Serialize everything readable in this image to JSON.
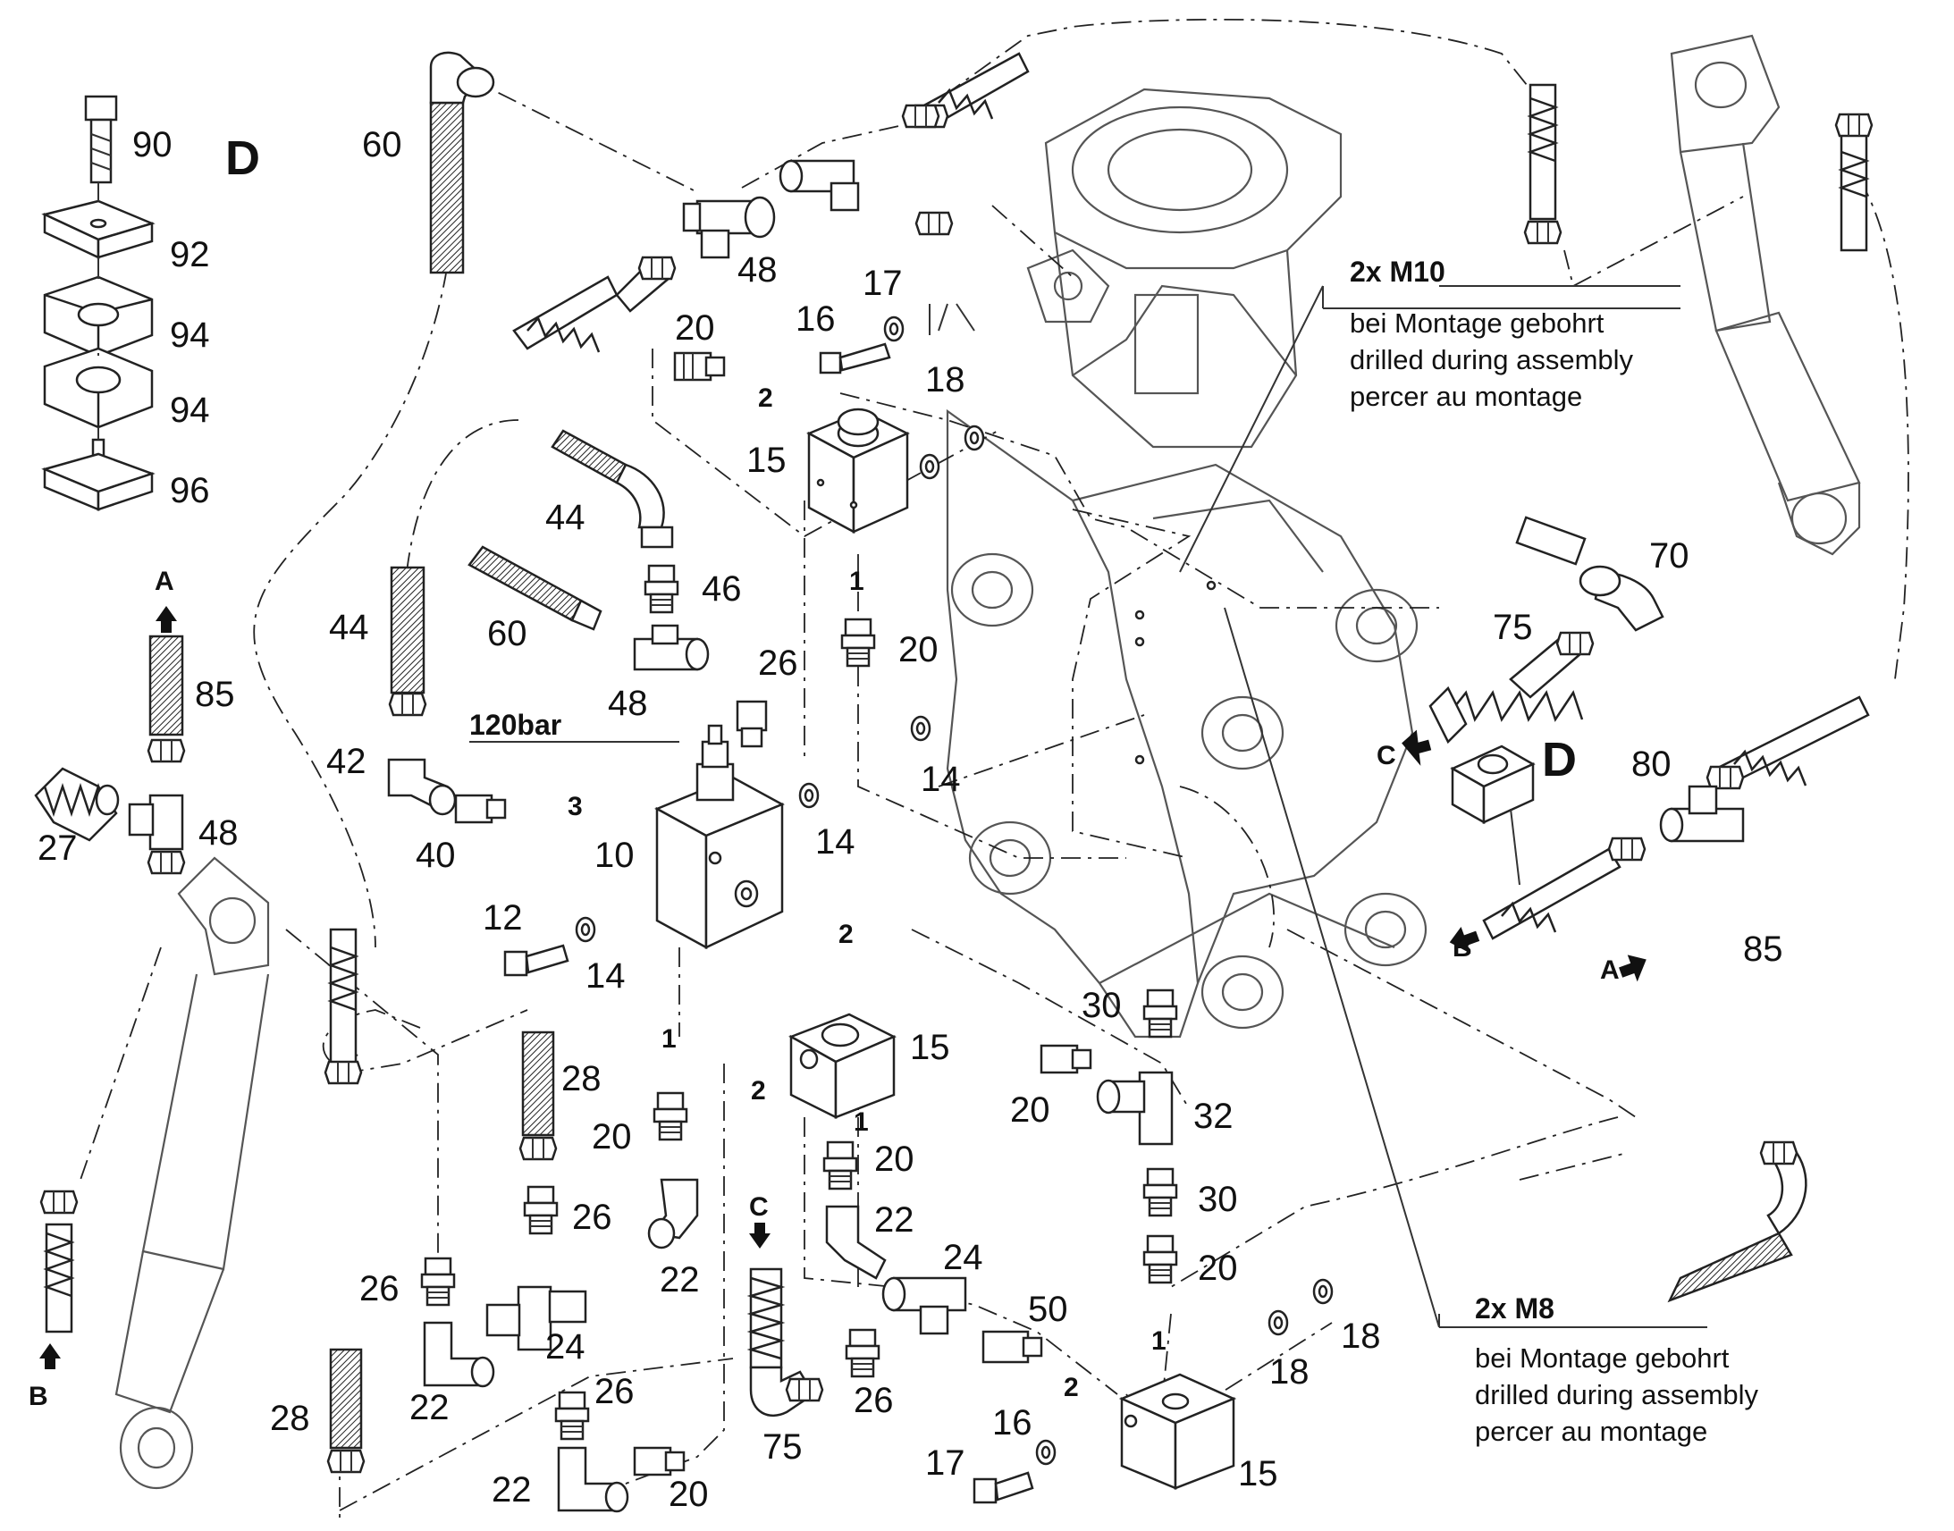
{
  "section_label": "D",
  "clamp_parts": [
    {
      "id": "90"
    },
    {
      "id": "92"
    },
    {
      "id": "94"
    },
    {
      "id": "94"
    },
    {
      "id": "96"
    }
  ],
  "callouts": [
    {
      "id": "60"
    },
    {
      "id": "48"
    },
    {
      "id": "17"
    },
    {
      "id": "16"
    },
    {
      "id": "20"
    },
    {
      "id": "18"
    },
    {
      "id": "15"
    },
    {
      "id": "44"
    },
    {
      "id": "46"
    },
    {
      "id": "1"
    },
    {
      "id": "20"
    },
    {
      "id": "26"
    },
    {
      "id": "60"
    },
    {
      "id": "48"
    },
    {
      "id": "44"
    },
    {
      "id": "85"
    },
    {
      "id": "42"
    },
    {
      "id": "40"
    },
    {
      "id": "3"
    },
    {
      "id": "10"
    },
    {
      "id": "14"
    },
    {
      "id": "14"
    },
    {
      "id": "14"
    },
    {
      "id": "12"
    },
    {
      "id": "27"
    },
    {
      "id": "48"
    },
    {
      "id": "2"
    },
    {
      "id": "2"
    },
    {
      "id": "70"
    },
    {
      "id": "75"
    },
    {
      "id": "80"
    },
    {
      "id": "85"
    },
    {
      "id": "30"
    },
    {
      "id": "20"
    },
    {
      "id": "32"
    },
    {
      "id": "30"
    },
    {
      "id": "20"
    },
    {
      "id": "15"
    },
    {
      "id": "2"
    },
    {
      "id": "1"
    },
    {
      "id": "20"
    },
    {
      "id": "22"
    },
    {
      "id": "24"
    },
    {
      "id": "50"
    },
    {
      "id": "2"
    },
    {
      "id": "1"
    },
    {
      "id": "28"
    },
    {
      "id": "20"
    },
    {
      "id": "26"
    },
    {
      "id": "22"
    },
    {
      "id": "1"
    },
    {
      "id": "26"
    },
    {
      "id": "22"
    },
    {
      "id": "24"
    },
    {
      "id": "28"
    },
    {
      "id": "26"
    },
    {
      "id": "22"
    },
    {
      "id": "20"
    },
    {
      "id": "75"
    },
    {
      "id": "26"
    },
    {
      "id": "16"
    },
    {
      "id": "17"
    },
    {
      "id": "15"
    },
    {
      "id": "18"
    },
    {
      "id": "18"
    }
  ],
  "connection_markers": [
    "A",
    "A",
    "B",
    "B",
    "C",
    "C",
    "D"
  ],
  "pressure_label": "120bar",
  "notes": [
    {
      "spec": "2x M10",
      "lines": [
        "bei Montage gebohrt",
        "drilled during assembly",
        "percer au montage"
      ]
    },
    {
      "spec": "2x M8",
      "lines": [
        "bei Montage gebohrt",
        "drilled during assembly",
        "percer au montage"
      ]
    }
  ]
}
